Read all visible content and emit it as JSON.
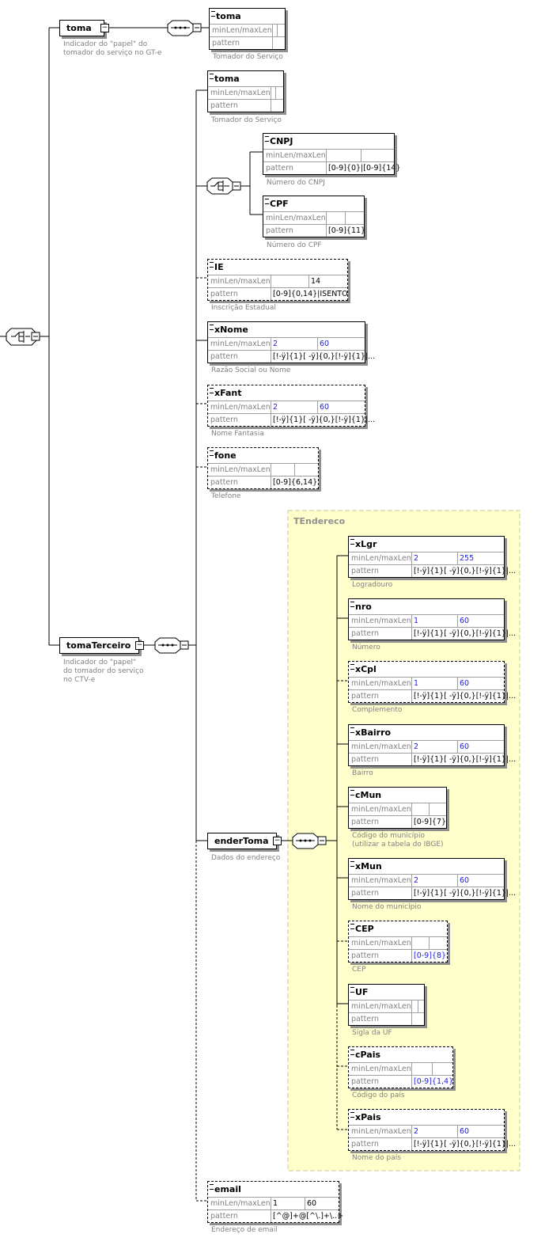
{
  "type_box": {
    "label": "TEndereco"
  },
  "top_elements": [
    {
      "name": "toma",
      "desc": "Indicador do \"papel\" do tomador do serviço no GT-e"
    },
    {
      "name": "tomaTerceiro",
      "desc": "Indicador do \"papel\" do tomador do serviço no CTV-e"
    },
    {
      "name": "enderToma",
      "desc": "Dados do endereço"
    }
  ],
  "leaves": [
    {
      "name": "toma",
      "optional": false,
      "min": "",
      "max": "",
      "pattern": "",
      "desc": "Tomador do Serviço"
    },
    {
      "name": "toma",
      "optional": false,
      "min": "",
      "max": "",
      "pattern": "",
      "desc": "Tomador do Serviço"
    },
    {
      "name": "CNPJ",
      "optional": false,
      "min": "",
      "max": "",
      "pattern": "[0-9]{0}|[0-9]{14}",
      "desc": "Número do CNPJ"
    },
    {
      "name": "CPF",
      "optional": false,
      "min": "",
      "max": "",
      "pattern": "[0-9]{11}",
      "desc": "Número do CPF"
    },
    {
      "name": "IE",
      "optional": true,
      "min": "",
      "max": "14",
      "pattern": "[0-9]{0,14}|ISENTO",
      "desc": "Inscrição Estadual"
    },
    {
      "name": "xNome",
      "optional": false,
      "min": "2",
      "max": "60",
      "pattern": "[!-ÿ]{1}[ -ÿ]{0,}[!-ÿ]{1}|...",
      "desc": "Razão Social ou Nome"
    },
    {
      "name": "xFant",
      "optional": true,
      "min": "2",
      "max": "60",
      "pattern": "[!-ÿ]{1}[ -ÿ]{0,}[!-ÿ]{1}|...",
      "desc": "Nome Fantasia"
    },
    {
      "name": "fone",
      "optional": true,
      "min": "",
      "max": "",
      "pattern": "[0-9]{6,14}",
      "desc": "Telefone"
    },
    {
      "name": "xLgr",
      "optional": false,
      "min": "2",
      "max": "255",
      "pattern": "[!-ÿ]{1}[ -ÿ]{0,}[!-ÿ]{1}|...",
      "desc": "Logradouro"
    },
    {
      "name": "nro",
      "optional": false,
      "min": "1",
      "max": "60",
      "pattern": "[!-ÿ]{1}[ -ÿ]{0,}[!-ÿ]{1}|...",
      "desc": "Número"
    },
    {
      "name": "xCpl",
      "optional": true,
      "min": "1",
      "max": "60",
      "pattern": "[!-ÿ]{1}[ -ÿ]{0,}[!-ÿ]{1}|...",
      "desc": "Complemento"
    },
    {
      "name": "xBairro",
      "optional": false,
      "min": "2",
      "max": "60",
      "pattern": "[!-ÿ]{1}[ -ÿ]{0,}[!-ÿ]{1}|...",
      "desc": "Bairro"
    },
    {
      "name": "cMun",
      "optional": false,
      "min": "",
      "max": "",
      "pattern": "[0-9]{7}",
      "desc": "Código do município (utilizar a tabela do IBGE)"
    },
    {
      "name": "xMun",
      "optional": false,
      "min": "2",
      "max": "60",
      "pattern": "[!-ÿ]{1}[ -ÿ]{0,}[!-ÿ]{1}|...",
      "desc": "Nome do município"
    },
    {
      "name": "CEP",
      "optional": true,
      "min": "",
      "max": "",
      "pattern": "[0-9]{8}",
      "desc": "CEP"
    },
    {
      "name": "UF",
      "optional": false,
      "min": "",
      "max": "",
      "pattern": "",
      "desc": "Sigla da UF"
    },
    {
      "name": "cPais",
      "optional": true,
      "min": "",
      "max": "",
      "pattern": "[0-9]{1,4}",
      "desc": "Código do país"
    },
    {
      "name": "xPais",
      "optional": true,
      "min": "2",
      "max": "60",
      "pattern": "[!-ÿ]{1}[ -ÿ]{0,}[!-ÿ]{1}|...",
      "desc": "Nome do país"
    },
    {
      "name": "email",
      "optional": true,
      "min": "1",
      "max": "60",
      "pattern": "[^@]+@[^\\.]+\\..+",
      "desc": "Endereço de email"
    }
  ],
  "row_labels": {
    "lengths": "minLen/maxLen",
    "pattern": "pattern"
  },
  "colors": {
    "group_fill": "#ffffcc",
    "group_border": "#c8c89a",
    "value_blue": "#1c1ce0",
    "label_gray": "#808080"
  }
}
